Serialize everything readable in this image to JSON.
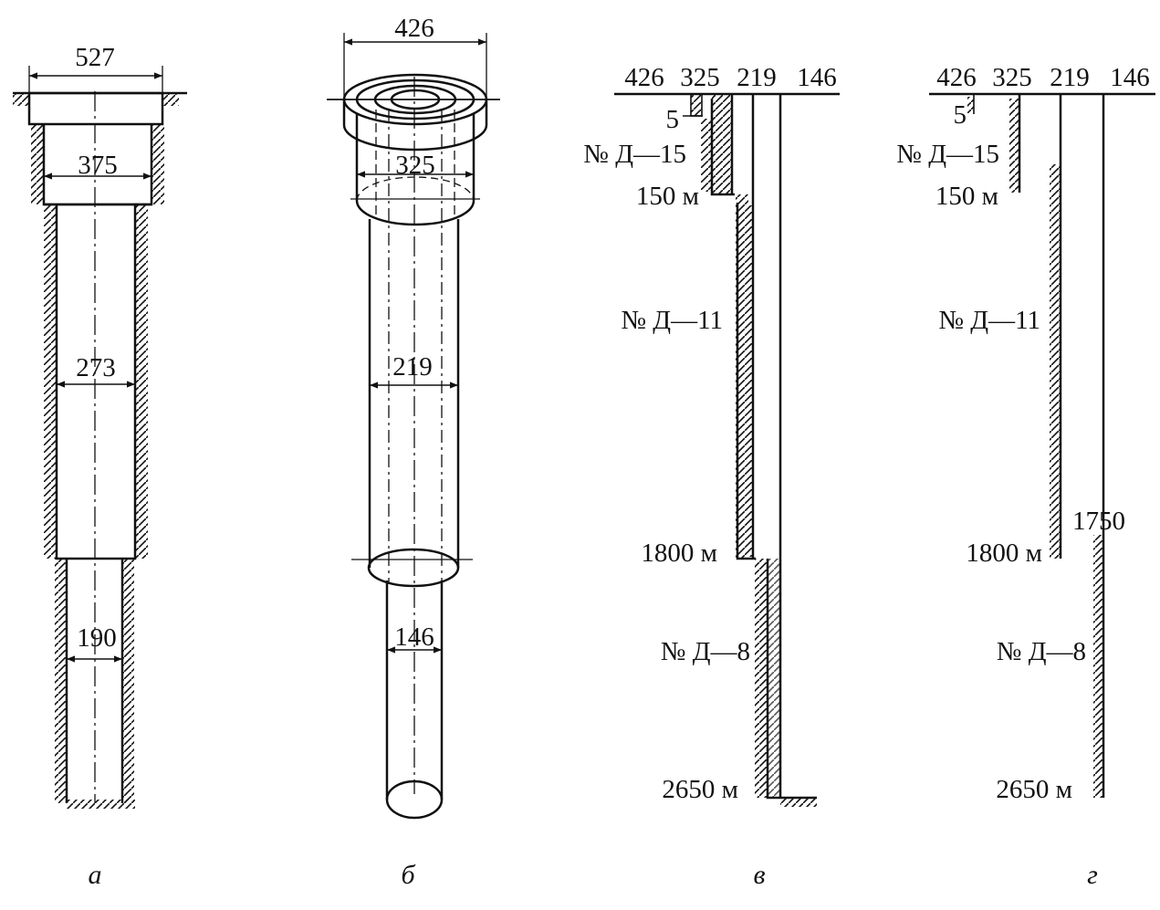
{
  "figures": {
    "a": {
      "caption": "а",
      "dims": {
        "d527": "527",
        "d375": "375",
        "d273": "273",
        "d190": "190"
      }
    },
    "b": {
      "caption": "б",
      "dims": {
        "d426": "426",
        "d325": "325",
        "d219": "219",
        "d146": "146"
      }
    },
    "v": {
      "caption": "в",
      "header": [
        "426",
        "325",
        "219",
        "146"
      ],
      "small": "5",
      "casings": [
        "№ Д—15",
        "№ Д—11",
        "№ Д—8"
      ],
      "depths": [
        "150 м",
        "1800 м",
        "2650 м"
      ]
    },
    "g": {
      "caption": "г",
      "header": [
        "426",
        "325",
        "219",
        "146"
      ],
      "small": "5",
      "casings": [
        "№ Д—15",
        "№ Д—11",
        "№ Д—8"
      ],
      "depths": [
        "150 м",
        "1800 м",
        "2650 м"
      ],
      "extra": "1750"
    }
  }
}
